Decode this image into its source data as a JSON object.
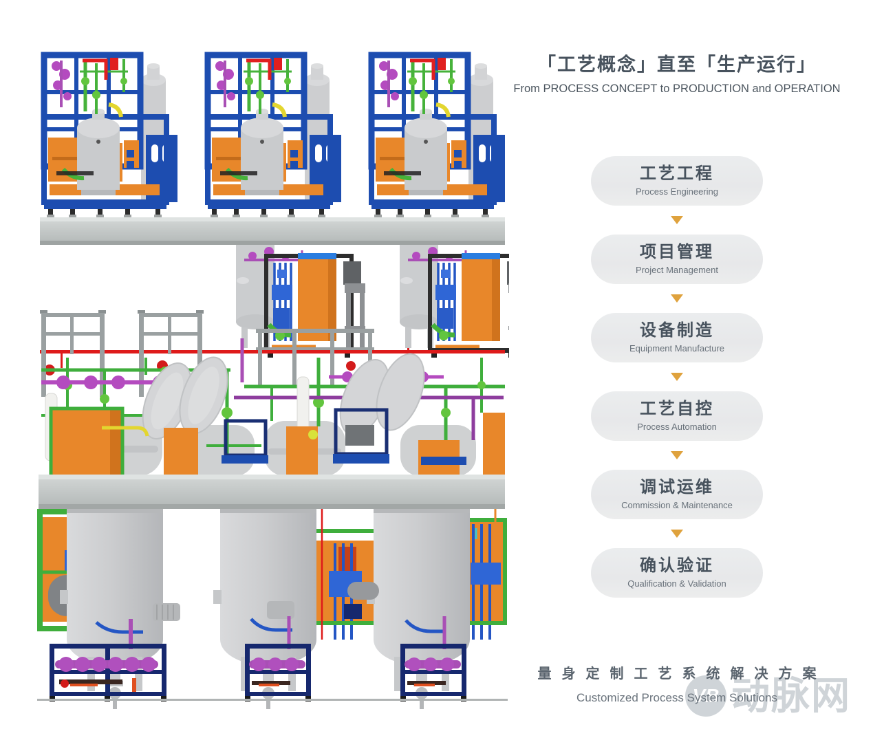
{
  "header": {
    "title_zh": "「工艺概念」直至「生产运行」",
    "title_en": "From PROCESS CONCEPT to PRODUCTION and OPERATION"
  },
  "flow": {
    "arrow_color": "#dfa23d",
    "pill_bg": "#e9eaec",
    "stages": [
      {
        "zh": "工艺工程",
        "en": "Process Engineering"
      },
      {
        "zh": "项目管理",
        "en": "Project Management"
      },
      {
        "zh": "设备制造",
        "en": "Equipment Manufacture"
      },
      {
        "zh": "工艺自控",
        "en": "Process Automation"
      },
      {
        "zh": "调试运维",
        "en": "Commission & Maintenance"
      },
      {
        "zh": "确认验证",
        "en": "Qualification & Validation"
      }
    ]
  },
  "footer": {
    "tagline_zh": "量身定制工艺系统解决方案",
    "tagline_en": "Customized Process System Solutions"
  },
  "watermark": {
    "logo": "VB",
    "text": "动脉网"
  },
  "illustration": {
    "icon": "process-plant-3d-render-icon",
    "colors": {
      "frame_blue": "#1d4db0",
      "cabinet_orange": "#e8872a",
      "pipe_green": "#3fae3c",
      "pipe_magenta": "#b44bbf",
      "pipe_red": "#de1a1a",
      "vessel_gray": "#c9cbcd",
      "slab_gray": "#bfc4c3"
    }
  }
}
